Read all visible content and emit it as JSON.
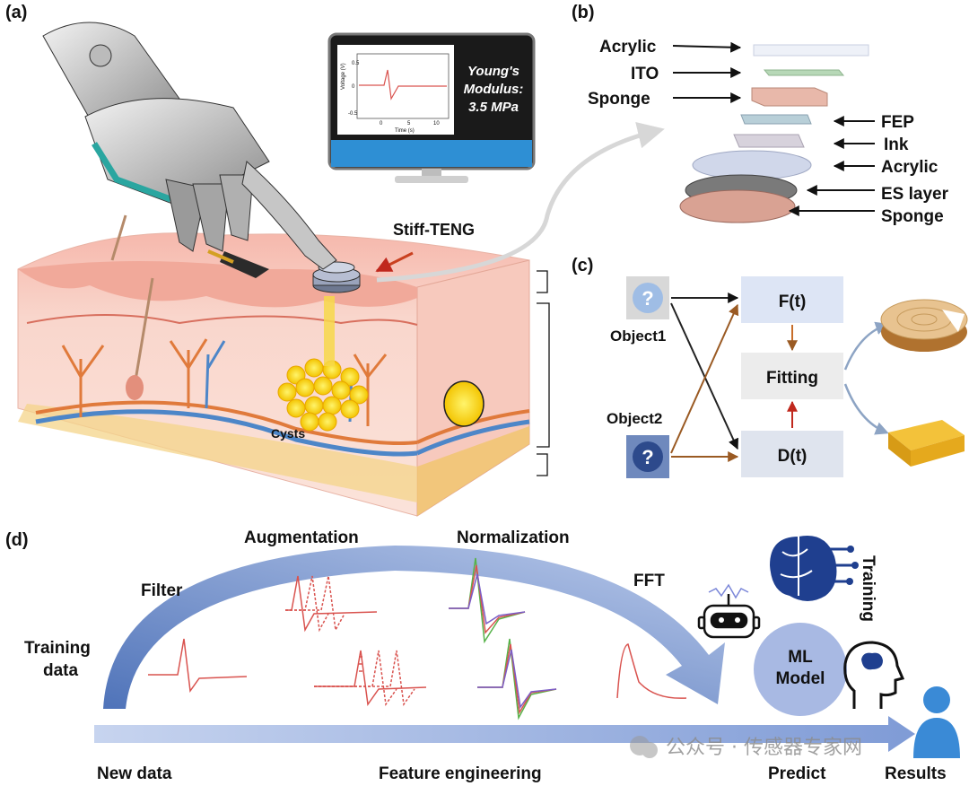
{
  "panels": {
    "a": "(a)",
    "b": "(b)",
    "c": "(c)",
    "d": "(d)"
  },
  "panel_a": {
    "monitor_title_line1": "Young's",
    "monitor_title_line2": "Modulus:",
    "monitor_title_line3": "3.5 MPa",
    "plot_ylabel": "Voltage (V)",
    "plot_xlabel": "Time (s)",
    "plot_yticks": [
      "0.5",
      "0",
      "-0.5"
    ],
    "plot_xticks": [
      "0",
      "5",
      "10"
    ],
    "device_label": "Stiff-TENG",
    "cysts_label": "Cysts"
  },
  "panel_b": {
    "layers_left": [
      "Acrylic",
      "ITO",
      "Sponge"
    ],
    "layers_right": [
      "FEP",
      "Ink",
      "Acrylic",
      "ES layer",
      "Sponge"
    ]
  },
  "panel_c": {
    "object1": "Object1",
    "object2": "Object2",
    "question_mark": "?",
    "force": "F(t)",
    "displacement": "D(t)",
    "fitting": "Fitting"
  },
  "panel_d": {
    "training_data_line1": "Training",
    "training_data_line2": "data",
    "filter": "Filter",
    "augmentation": "Augmentation",
    "normalization": "Normalization",
    "fft": "FFT",
    "training": "Training",
    "ml_model_line1": "ML",
    "ml_model_line2": "Model",
    "new_data": "New data",
    "feature_engineering": "Feature engineering",
    "predict": "Predict",
    "results": "Results"
  },
  "watermark": "公众号 · 传感器专家网",
  "colors": {
    "arrow_blue": "#8fa8d8",
    "skin_pink": "#f6c5b8",
    "signal_red": "#d9534f",
    "brain_navy": "#1f3f8f",
    "box_fill": "#e4e9f5"
  }
}
